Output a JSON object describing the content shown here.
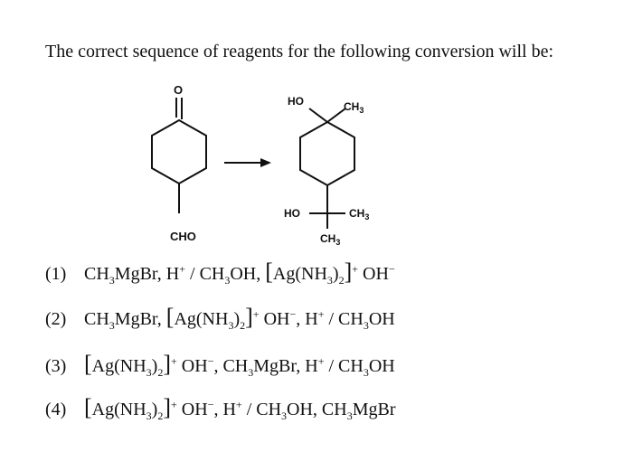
{
  "question": {
    "text": "The correct sequence of reagents for the following conversion will be:"
  },
  "scheme": {
    "reactant_top": "O",
    "reactant_bottom": "CHO",
    "product_top_left": "HO",
    "product_top_right": "CH3",
    "product_bottom_left": "HO",
    "product_bottom_right": "CH3",
    "product_bottom_below": "CH3"
  },
  "options": [
    {
      "num": "(1)",
      "text": "CH3MgBr, H+ / CH3OH, [Ag(NH3)2]+ OH−"
    },
    {
      "num": "(2)",
      "text": "CH3MgBr, [Ag(NH3)2]+ OH−, H+ / CH3OH"
    },
    {
      "num": "(3)",
      "text": "[Ag(NH3)2]+ OH−, CH3MgBr, H+ / CH3OH"
    },
    {
      "num": "(4)",
      "text": "[Ag(NH3)2]+ OH−, H+ / CH3OH, CH3MgBr"
    }
  ]
}
